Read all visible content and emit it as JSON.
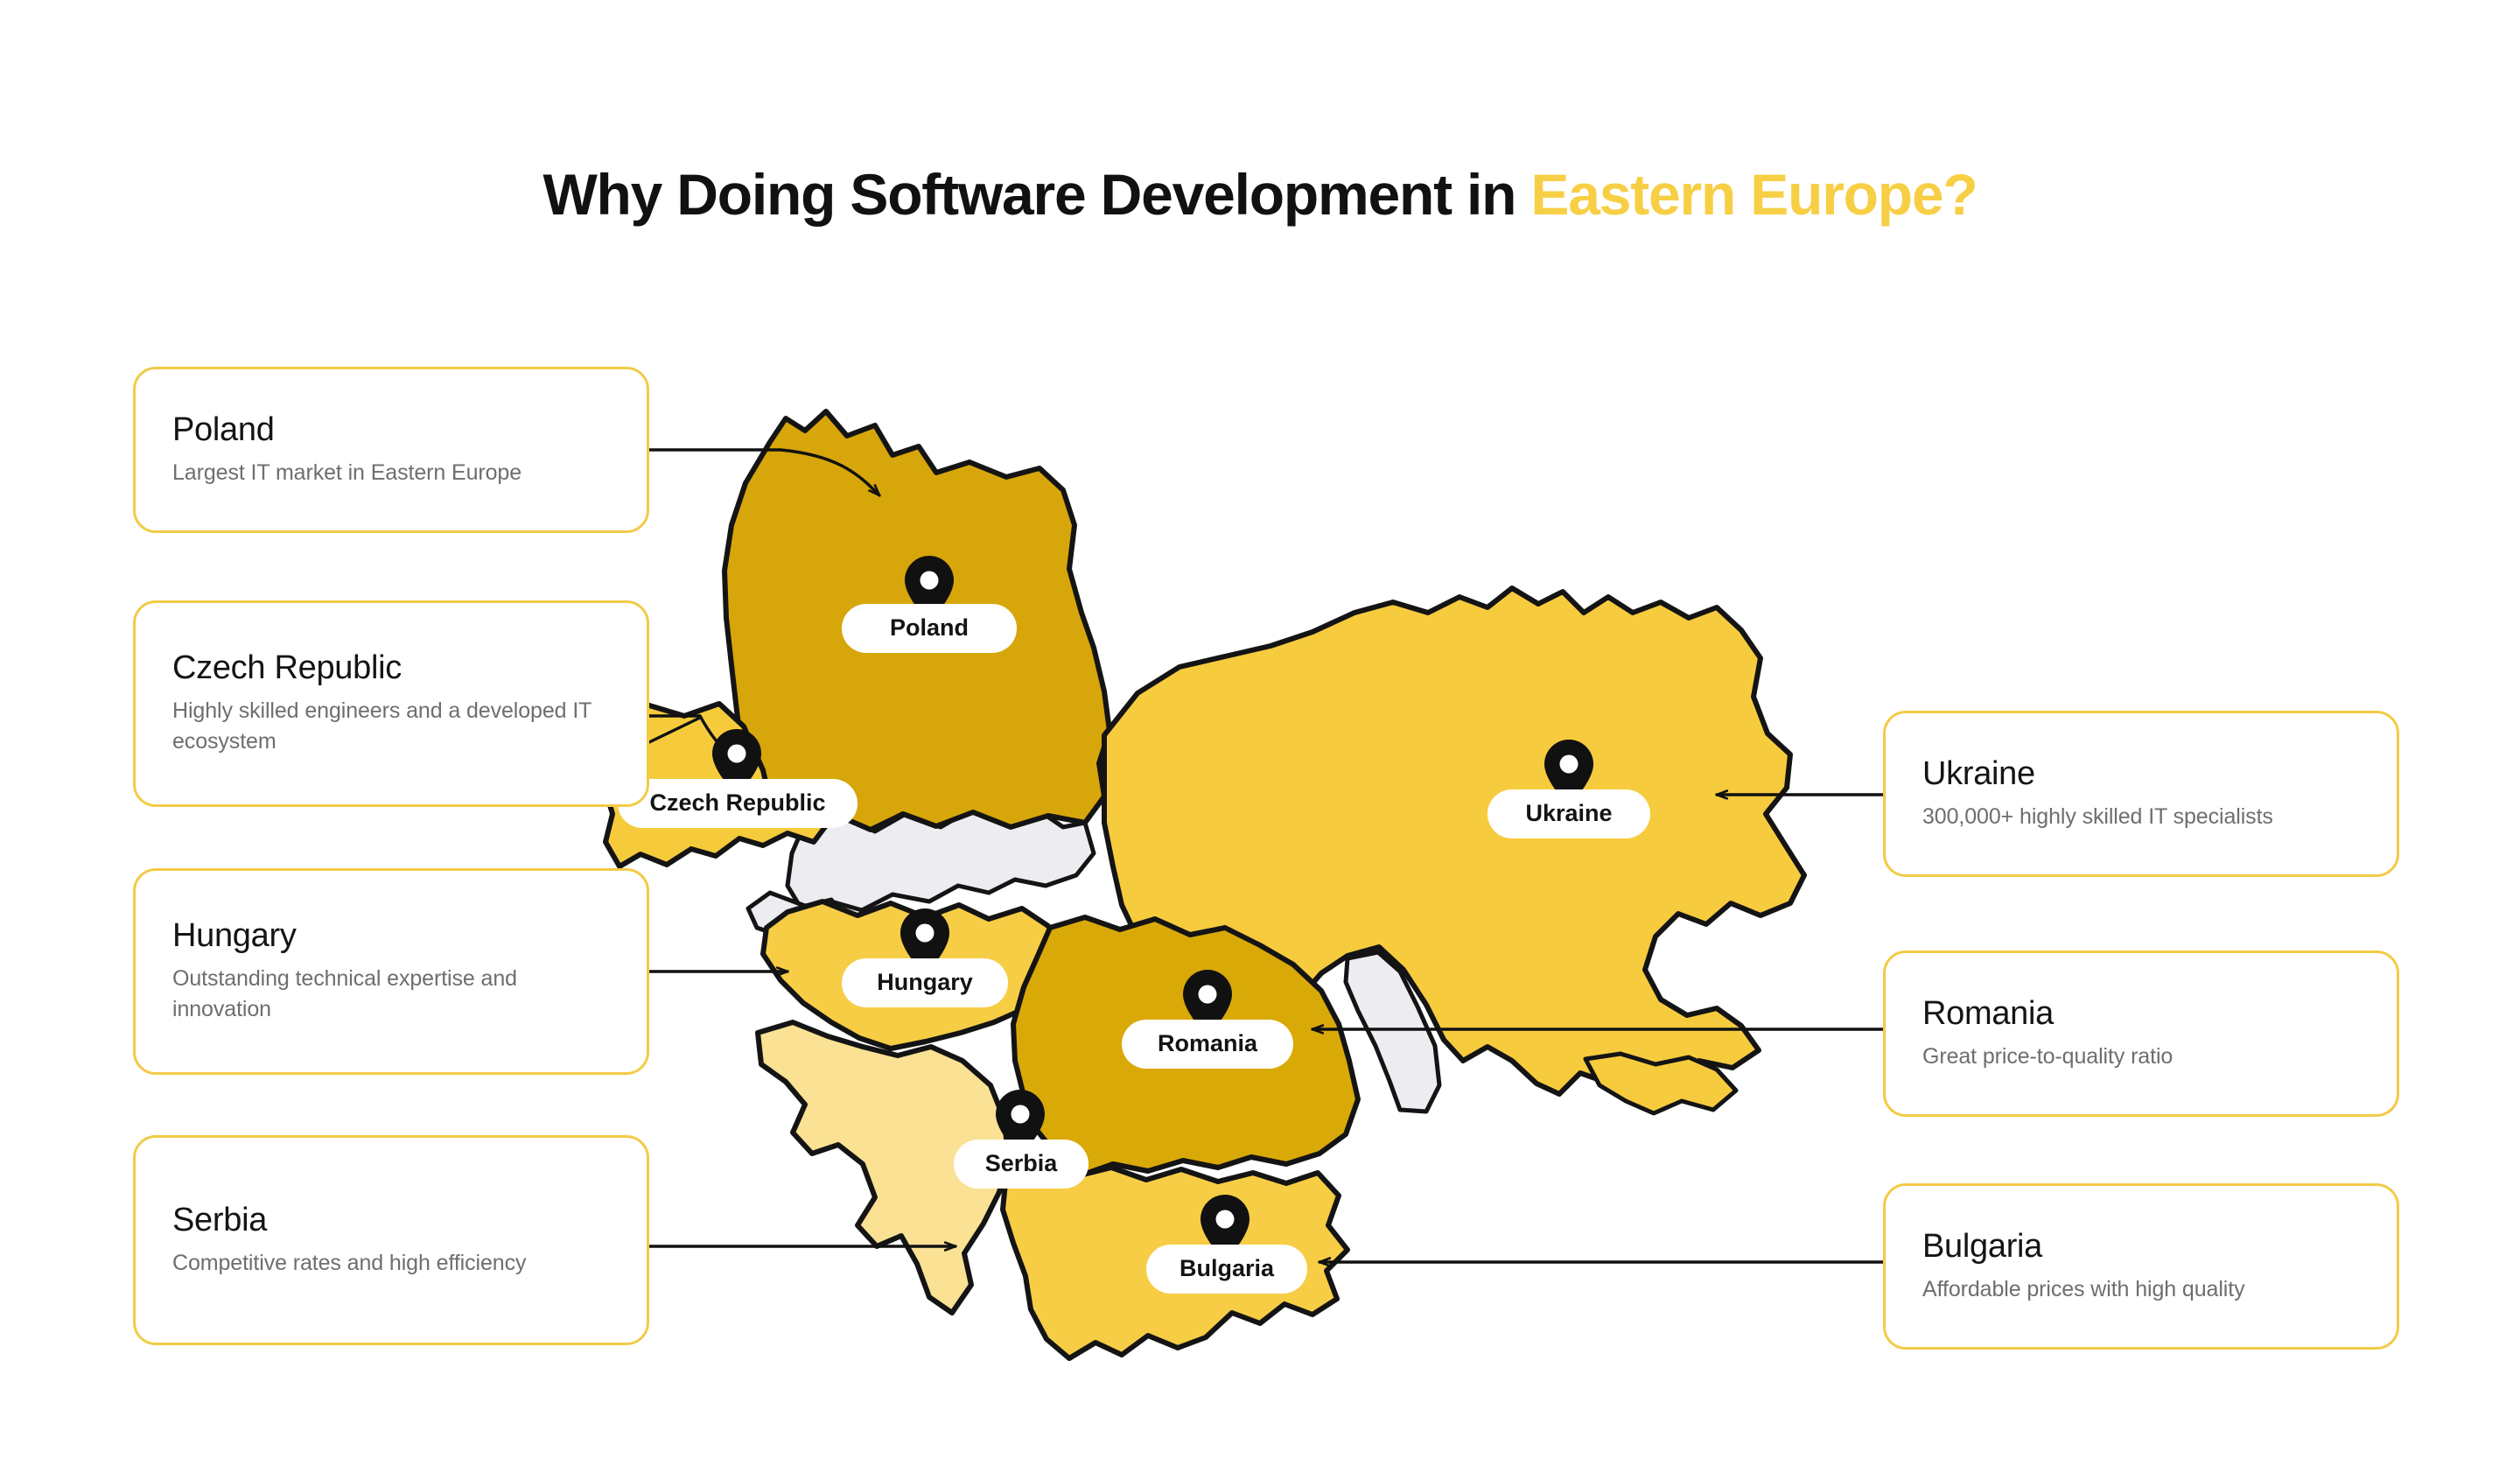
{
  "header": {
    "title_main": "Why Doing Software Development in ",
    "title_accent": "Eastern Europe?"
  },
  "colors": {
    "accent": "#F7CF45",
    "card_border": "#F2CB46",
    "title_text": "#111111",
    "body_text": "#6E6E6E",
    "map_outline": "#141414",
    "region_dark": "#D7A60B",
    "region_mid": "#F5CB3C",
    "region_light": "#FAE193",
    "region_inactive": "#ECECF1",
    "pill_bg": "#FFFFFF",
    "pin": "#111111"
  },
  "left_cards": [
    {
      "id": "poland",
      "title": "Poland",
      "description": "Largest IT market in Eastern Europe"
    },
    {
      "id": "czech-republic",
      "title": "Czech Republic",
      "description": "Highly skilled engineers and a developed IT ecosystem"
    },
    {
      "id": "hungary",
      "title": "Hungary",
      "description": "Outstanding technical expertise and innovation"
    },
    {
      "id": "serbia",
      "title": "Serbia",
      "description": "Competitive rates and high efficiency"
    }
  ],
  "right_cards": [
    {
      "id": "ukraine",
      "title": "Ukraine",
      "description": "300,000+ highly skilled IT specialists"
    },
    {
      "id": "romania",
      "title": "Romania",
      "description": "Great price-to-quality ratio"
    },
    {
      "id": "bulgaria",
      "title": "Bulgaria",
      "description": "Affordable prices with high quality"
    }
  ],
  "map": {
    "pins": [
      {
        "id": "poland",
        "label": "Poland",
        "shade": "dark"
      },
      {
        "id": "czech-republic",
        "label": "Czech Republic",
        "shade": "mid"
      },
      {
        "id": "ukraine",
        "label": "Ukraine",
        "shade": "mid"
      },
      {
        "id": "hungary",
        "label": "Hungary",
        "shade": "mid"
      },
      {
        "id": "romania",
        "label": "Romania",
        "shade": "dark"
      },
      {
        "id": "serbia",
        "label": "Serbia",
        "shade": "light"
      },
      {
        "id": "bulgaria",
        "label": "Bulgaria",
        "shade": "mid"
      }
    ],
    "connector_style": "thin black line with arrowhead"
  }
}
